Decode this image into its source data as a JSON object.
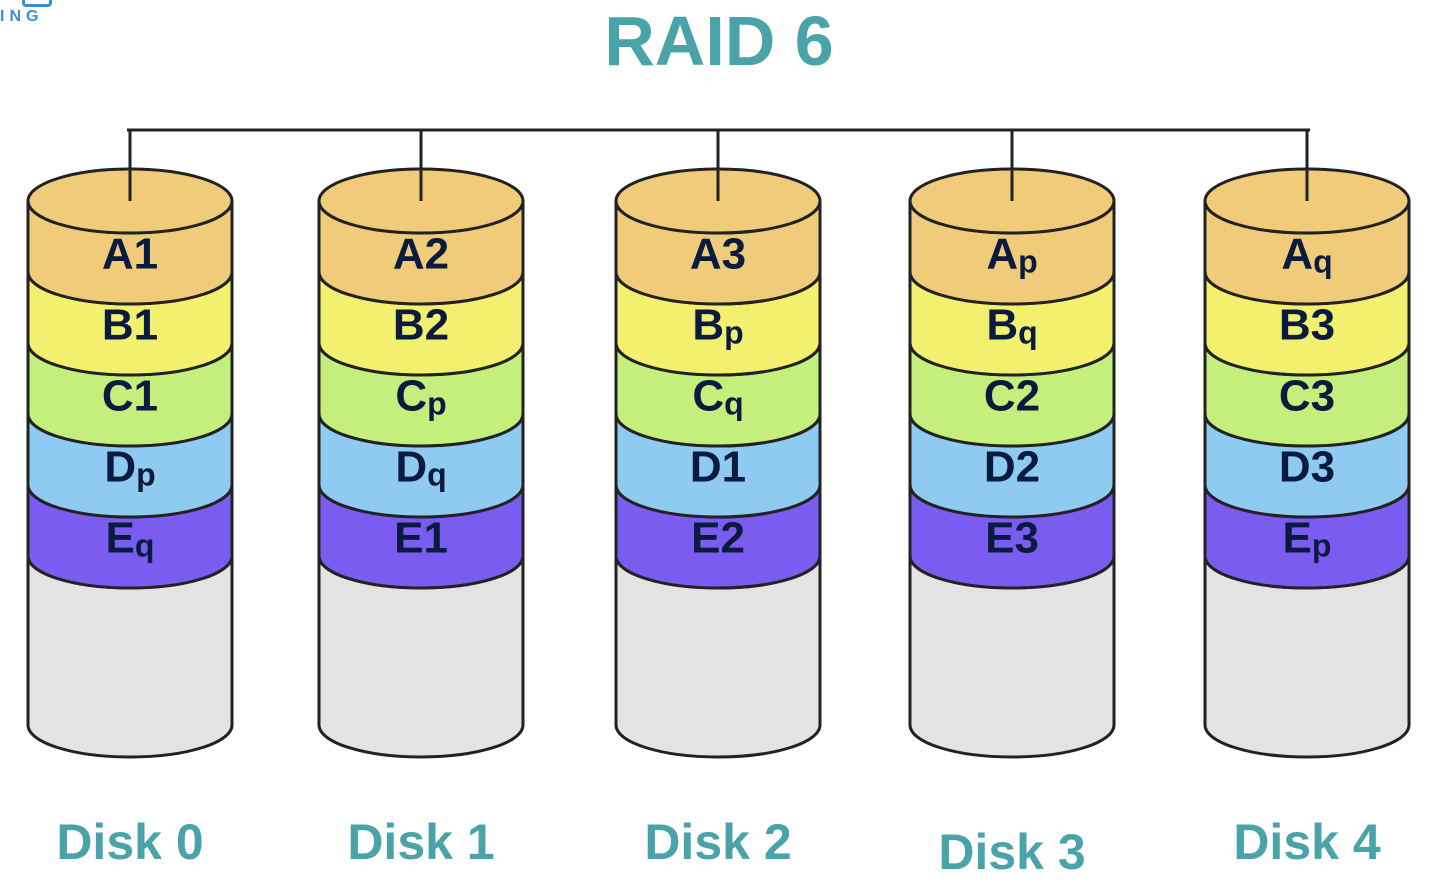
{
  "logo": {
    "text": "ING"
  },
  "title": "RAID 6",
  "colors": {
    "title": "#4aa3a8",
    "row_A": "#f0cc7a",
    "row_B": "#f2f06e",
    "row_C": "#c4ef7c",
    "row_D": "#8fcbf0",
    "row_E": "#7a5cf0",
    "empty": "#e3e3e3",
    "outline": "#222222",
    "block_text": "#0b1a3f"
  },
  "rows": [
    "A",
    "B",
    "C",
    "D",
    "E"
  ],
  "disks": [
    {
      "label": "Disk 0",
      "blocks": [
        {
          "main": "A",
          "sub": "1"
        },
        {
          "main": "B",
          "sub": "1"
        },
        {
          "main": "C",
          "sub": "1"
        },
        {
          "main": "D",
          "sub": "p"
        },
        {
          "main": "E",
          "sub": "q"
        }
      ]
    },
    {
      "label": "Disk 1",
      "blocks": [
        {
          "main": "A",
          "sub": "2"
        },
        {
          "main": "B",
          "sub": "2"
        },
        {
          "main": "C",
          "sub": "p"
        },
        {
          "main": "D",
          "sub": "q"
        },
        {
          "main": "E",
          "sub": "1"
        }
      ]
    },
    {
      "label": "Disk 2",
      "blocks": [
        {
          "main": "A",
          "sub": "3"
        },
        {
          "main": "B",
          "sub": "p"
        },
        {
          "main": "C",
          "sub": "q"
        },
        {
          "main": "D",
          "sub": "1"
        },
        {
          "main": "E",
          "sub": "2"
        }
      ]
    },
    {
      "label": "Disk 3",
      "blocks": [
        {
          "main": "A",
          "sub": "p"
        },
        {
          "main": "B",
          "sub": "q"
        },
        {
          "main": "C",
          "sub": "2"
        },
        {
          "main": "D",
          "sub": "2"
        },
        {
          "main": "E",
          "sub": "3"
        }
      ]
    },
    {
      "label": "Disk 4",
      "blocks": [
        {
          "main": "A",
          "sub": "q"
        },
        {
          "main": "B",
          "sub": "3"
        },
        {
          "main": "C",
          "sub": "3"
        },
        {
          "main": "D",
          "sub": "3"
        },
        {
          "main": "E",
          "sub": "p"
        }
      ]
    }
  ]
}
